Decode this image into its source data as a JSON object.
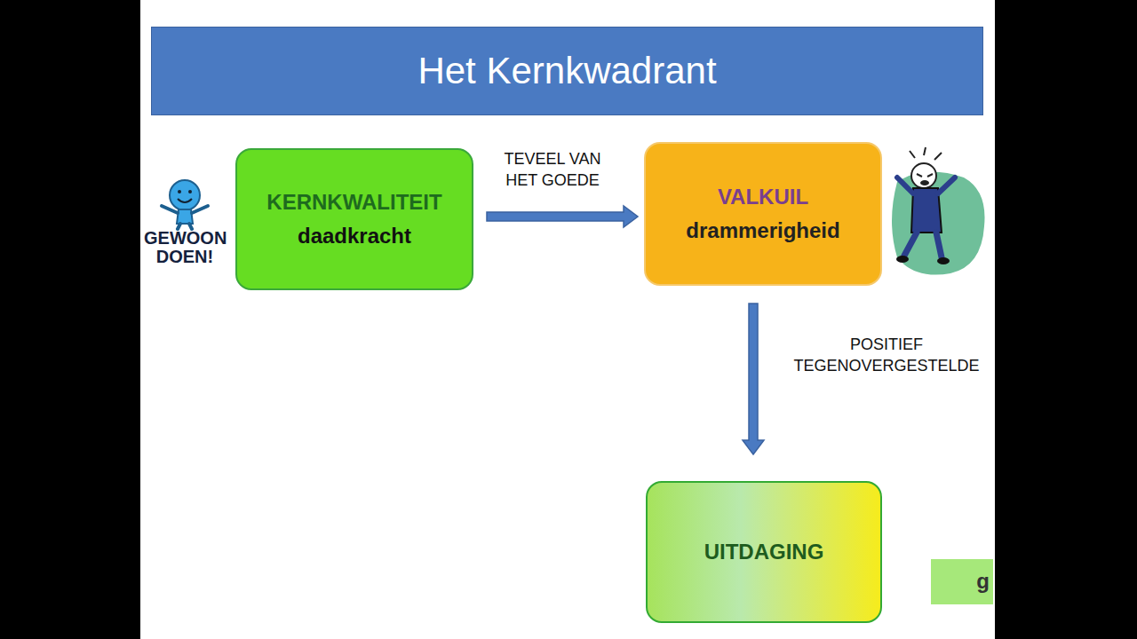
{
  "diagram": {
    "title": "Het Kernkwadrant",
    "nodes": [
      {
        "text": [
          "KERNKWALITEIT",
          "daadkracht"
        ]
      },
      {
        "text": [
          "VALKUIL",
          "drammerigheid"
        ]
      },
      {
        "text": [
          "UITDAGING"
        ]
      },
      {
        "text": [
          "g"
        ]
      }
    ],
    "edges": [
      {
        "from": 0,
        "to": 1,
        "arrow": "to",
        "label": "TEVEEL VAN HET GOEDE"
      },
      {
        "from": 1,
        "to": 2,
        "arrow": "to",
        "label": "POSITIEF TEGENOVERGESTELDE"
      }
    ],
    "labels": [
      "GEWOON DOEN!"
    ]
  }
}
